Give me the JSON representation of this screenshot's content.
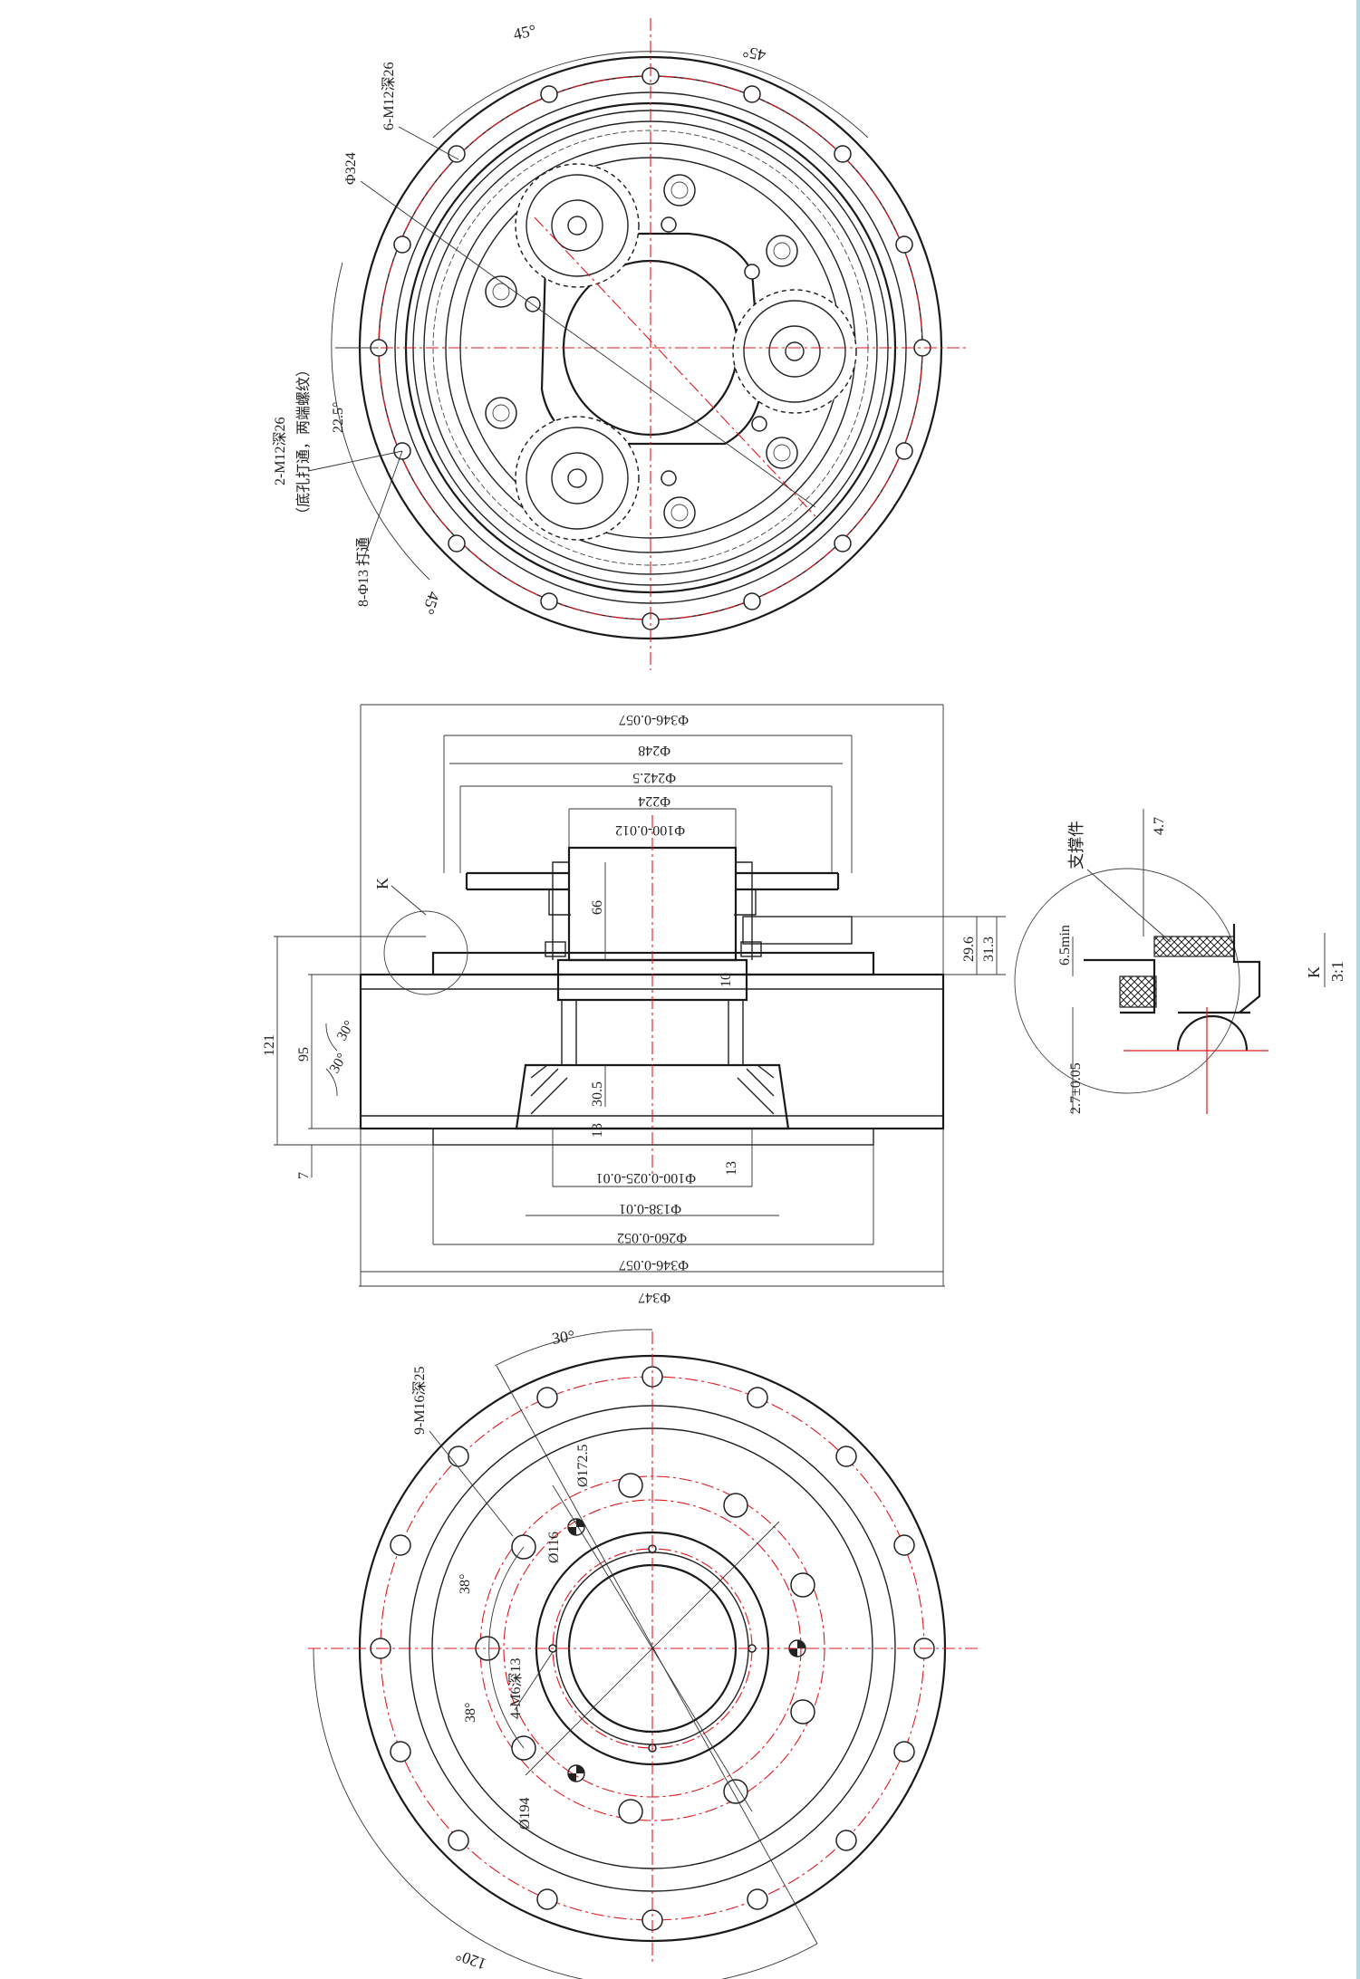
{
  "views": {
    "top": {
      "labels": {
        "angle_45_left": "45°",
        "angle_45_right": "45°",
        "angle_45_bottom": "45°",
        "angle_22_5": "22.5°",
        "dia_324": "Φ324",
        "holes_6_m12": "6-M12深26",
        "holes_2_m12": "2-M12深26",
        "holes_2_m12_note": "（底孔打通，两端螺纹）",
        "holes_8_phi13": "8-Φ13 打通"
      }
    },
    "section": {
      "dims": {
        "d346_top": "Φ346-0.057",
        "d248": "Φ248",
        "d242_5": "Φ242.5",
        "d224": "Φ224",
        "d100_top": "Φ100-0.012",
        "h66": "66",
        "h29_6": "29.6",
        "h31_3": "31.3",
        "h10": "10",
        "h121": "121",
        "h95": "95",
        "h30_5": "30.5",
        "h13_a": "13",
        "h13_b": "13",
        "h7": "7",
        "a30_a": "30°",
        "a30_b": "30°",
        "d100_bot": "Φ100-0.025-0.01",
        "d138": "Φ138-0.01",
        "d260": "Φ260-0.052",
        "d346_bot": "Φ346-0.057",
        "d347": "Φ347",
        "detail_k": "K"
      }
    },
    "detail": {
      "support_label": "支撑件",
      "dim_4_7": "4.7",
      "dim_6_5": "6.5min",
      "dim_2_7": "2.7±0.05",
      "title_k": "K",
      "scale": "3:1"
    },
    "bottom": {
      "labels": {
        "angle_30": "30°",
        "angle_120": "120°",
        "angle_38_a": "38°",
        "angle_38_b": "38°",
        "holes_9_m16": "9-M16深25",
        "holes_4_m6": "4-M6深13",
        "dia_172_5": "Ø172.5",
        "dia_116": "Ø116",
        "dia_194": "Ø194"
      }
    }
  },
  "colors": {
    "line": "#222222",
    "centerline": "#e0191f",
    "sheet_edge": "#a9dfe8"
  }
}
